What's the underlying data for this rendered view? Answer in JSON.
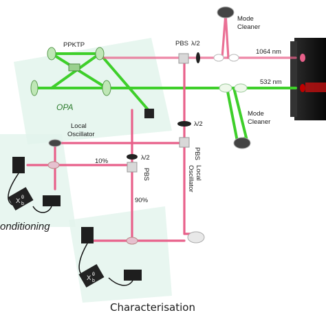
{
  "labels": {
    "ppktp": "PPKTP",
    "opa": "OPA",
    "pbs_top": "PBS",
    "halfwave_top": "λ/2",
    "mode_cleaner_top_1": "Mode",
    "mode_cleaner_top_2": "Cleaner",
    "nm1064": "1064 nm",
    "nm532": "532 nm",
    "mode_cleaner_bottom_1": "Mode",
    "mode_cleaner_bottom_2": "Cleaner",
    "halfwave_right": "λ/2",
    "pbs_right": "PBS",
    "lo_left_1": "Local",
    "lo_left_2": "Oscillator",
    "lo_right_1": "Local",
    "lo_right_2": "Oscillator",
    "halfwave_mid": "λ/2",
    "pbs_mid": "PBS",
    "pct10": "10%",
    "pct90": "90%",
    "conditioning": "onditioning",
    "characterisation": "Characterisation",
    "x_theta_top": "X",
    "x_theta_top_sup": "θ",
    "x_theta_top_sub": "b",
    "x_theta_bottom": "X",
    "x_theta_bottom_sup": "θ",
    "x_theta_bottom_sub": "b"
  },
  "colors": {
    "green_beam": "#3ecf2a",
    "red_beam": "#e8608a",
    "opa_region": "#dff3ea",
    "detection_region": "#dff3ea",
    "detector": "#1e1e1e",
    "laser": "#101010"
  }
}
